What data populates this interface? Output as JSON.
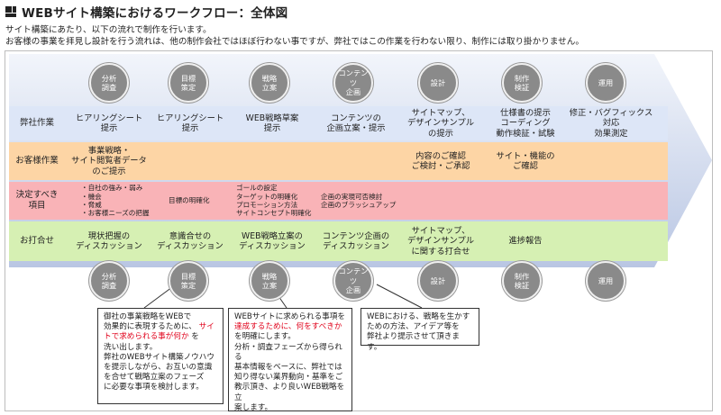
{
  "title": "WEBサイト構築におけるワークフロー：全体図",
  "intro": [
    "サイト構築にあたり、以下の流れで制作を行います。",
    "お客様の事業を拝見し設計を行う流れは、他の制作会社ではほぼ行わない事ですが、弊社ではこの作業を行わない限り、制作には取り掛かりません。"
  ],
  "colors": {
    "row1": "#dde6f7",
    "row2": "#fdd5a5",
    "row3": "#f9b3b7",
    "row4": "#d6f0b3",
    "arrow_top": "#f2f5fb",
    "arrow_bottom": "#b9c6e3",
    "circle": "#8a8a8a",
    "accent_red": "#e0001a"
  },
  "phases": [
    {
      "top": "分析 調査",
      "bottom": "分析 調査"
    },
    {
      "top": "目標 策定",
      "bottom": "目標 策定"
    },
    {
      "top": "戦略 立案",
      "bottom": "戦略 立案"
    },
    {
      "top": "コンテンツ 企画",
      "bottom": "コンテンツ 企画"
    },
    {
      "top": "設計",
      "bottom": "設計"
    },
    {
      "top": "制作 検証",
      "bottom": "制作 検証"
    },
    {
      "top": "運用",
      "bottom": "運用"
    }
  ],
  "rows": {
    "r1": {
      "label": "弊社作業",
      "cells": [
        "ヒアリングシート 提示",
        "ヒアリングシート 提示",
        "WEB戦略草案 提示",
        "コンテンツの 企画立案・提示",
        "サイトマップ、 デザインサンプル の提示",
        "仕様書の提示 コーディング 動作検証・試験",
        "修正・バグフィックス 対応 効果測定"
      ]
    },
    "r2": {
      "label": "お客様作業",
      "cells": [
        "事業戦略・ サイト閲覧者データ のご提示",
        "",
        "",
        "",
        "内容のご確認 ご検討・ご承認",
        "サイト・機能の ご確認",
        ""
      ]
    },
    "r3": {
      "label": "決定すべき 項目",
      "cells": [
        "・自社の強み・弱み ・機会 ・脅威 ・お客様ニーズの把握",
        "目標の明確化",
        "ゴールの設定 ターゲットの明確化 プロモーション方法 サイトコンセプト明確化",
        "企画の実現可否検討 企画のブラッシュアップ",
        "",
        "",
        ""
      ]
    },
    "r4": {
      "label": "お打合せ",
      "cells": [
        "現状把握の ディスカッション",
        "意識合せの ディスカッション",
        "WEB戦略立案の ディスカッション",
        "コンテンツ企画の ディスカッション",
        "サイトマップ、 デザインサンプル に関する打合せ",
        "進捗報告",
        ""
      ]
    }
  },
  "callouts": [
    {
      "p1": "御社の事業戦略をWEBで 効果的に表現するために、",
      "red": "サイトで求められる事が何か",
      "p2": "を 洗い出します。 弊社のWEBサイト構築ノウハウ を提示しながら、お互いの意識 を合せて戦略立案のフェーズ に必要な事項を検討します。"
    },
    {
      "p1": "WEBサイトに求められる事項を",
      "red": "達成するために、何をすべきか",
      "p2": "を明確にします。 分析・調査フェーズから得られる 基本情報をベースに、弊社では 知り得ない業界動向・基準をご 教示頂き、より良いWEB戦略を立 案します。"
    },
    {
      "p1": "WEBにおける、戦略を生かす ための方法、アイデア等を 弊社より提示させて頂きます。",
      "red": "",
      "p2": ""
    }
  ]
}
